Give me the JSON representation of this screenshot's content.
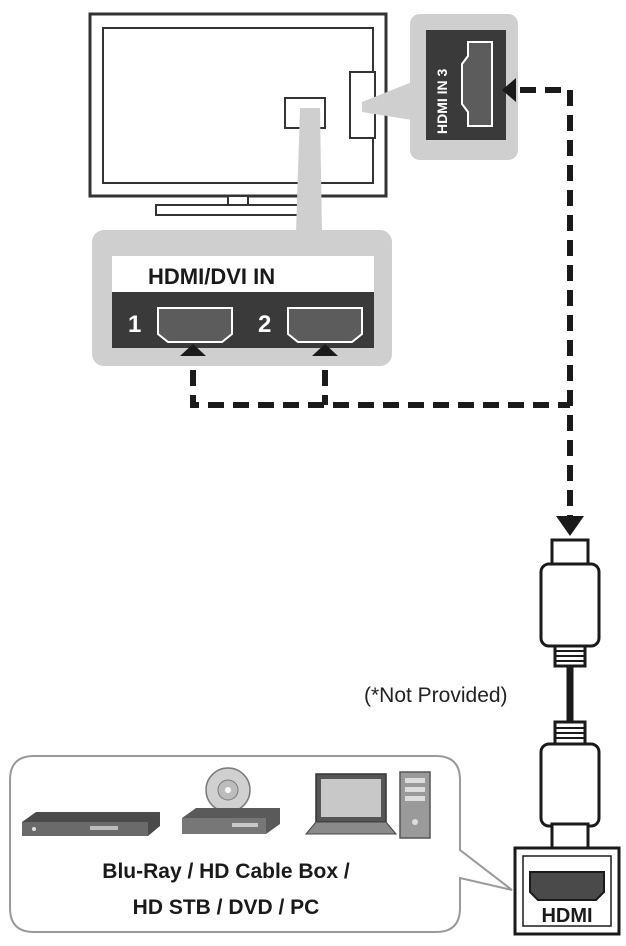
{
  "hdmi_dvi_panel": {
    "title": "HDMI/DVI IN",
    "port_1": "1",
    "port_2": "2"
  },
  "hdmi_in3_panel": {
    "label": "HDMI IN 3"
  },
  "cable": {
    "note": "(*Not Provided)"
  },
  "source_connector": {
    "label": "HDMI"
  },
  "devices": {
    "line1": "Blu-Ray / HD Cable Box /",
    "line2": "HD STB / DVD / PC",
    "icons": [
      "bluray-player-icon",
      "dvd-player-icon",
      "laptop-icon",
      "pc-tower-icon"
    ]
  }
}
